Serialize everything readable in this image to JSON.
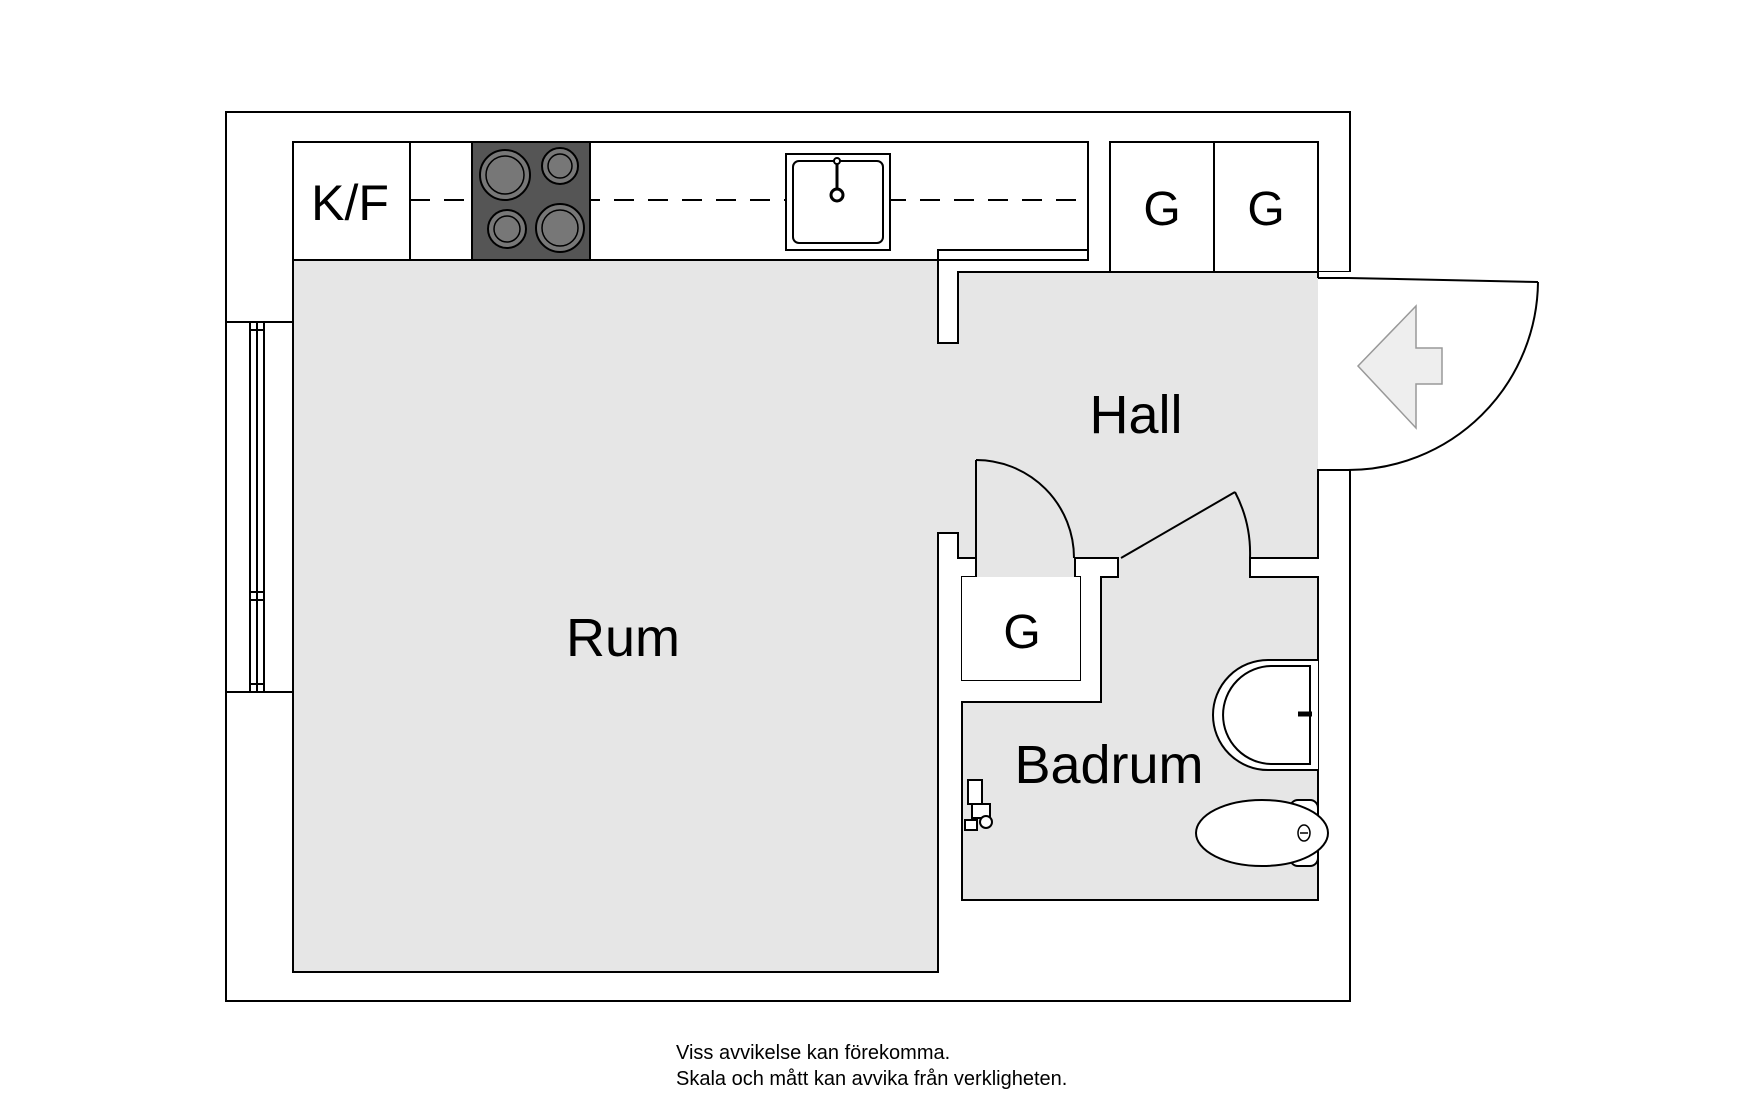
{
  "colors": {
    "floor": "#e6e6e6",
    "wall": "#ffffff",
    "line": "#000000",
    "stove": "#555555",
    "burner": "#777777",
    "arrow": "#eeeeee"
  },
  "rooms": {
    "rum": "Rum",
    "hall": "Hall",
    "badrum": "Badrum",
    "closet": "G"
  },
  "kitchen": {
    "label": "K/F"
  },
  "wardrobes": [
    "G",
    "G"
  ],
  "disclaimer": {
    "line1": "Viss avvikelse kan förekomma.",
    "line2": "Skala och mått kan avvika från verkligheten."
  }
}
